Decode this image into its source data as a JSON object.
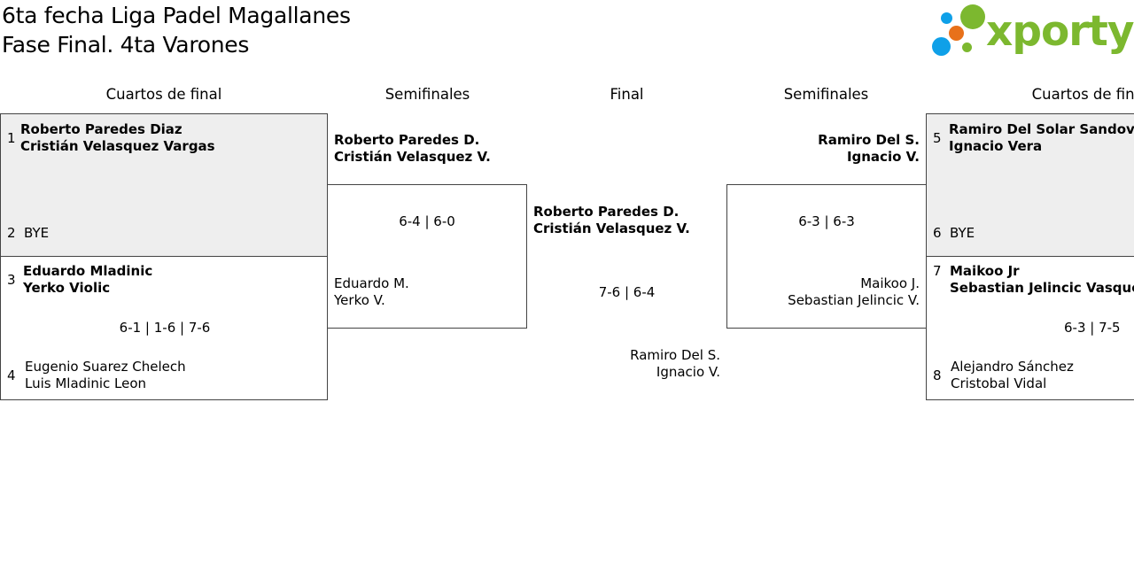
{
  "header": {
    "title_line1": "6ta fecha Liga Padel Magallanes",
    "title_line2": "Fase Final. 4ta Varones"
  },
  "logo": {
    "text": "xporty",
    "color": "#7cb82f",
    "dot_colors": [
      "#0fa0e8",
      "#7cb82f",
      "#e8711a",
      "#0fa0e8",
      "#7cb82f"
    ]
  },
  "rounds": {
    "left_quarters": "Cuartos de final",
    "left_semis": "Semifinales",
    "final": "Final",
    "right_semis": "Semifinales",
    "right_quarters": "Cuartos de final"
  },
  "left_quarters": {
    "match1": {
      "top_seed": "1",
      "top_team": [
        "Roberto Paredes Diaz",
        "Cristián Velasquez Vargas"
      ],
      "bottom_seed": "2",
      "bottom_team": [
        "BYE"
      ]
    },
    "match2": {
      "top_seed": "3",
      "top_team": [
        "Eduardo Mladinic",
        "Yerko Violic"
      ],
      "score": "6-1 | 1-6 | 7-6",
      "bottom_seed": "4",
      "bottom_team": [
        "Eugenio Suarez Chelech",
        "Luis Mladinic Leon"
      ]
    }
  },
  "left_semi": {
    "top_team": [
      "Roberto Paredes D.",
      "Cristián Velasquez V."
    ],
    "score": "6-4 | 6-0",
    "bottom_team": [
      "Eduardo M.",
      "Yerko V."
    ]
  },
  "final": {
    "top_team": [
      "Roberto Paredes D.",
      "Cristián Velasquez V."
    ],
    "score": "7-6 | 6-4",
    "bottom_team": [
      "Ramiro Del S.",
      "Ignacio V."
    ]
  },
  "right_semi": {
    "top_team": [
      "Ramiro Del S.",
      "Ignacio V."
    ],
    "score": "6-3 | 6-3",
    "bottom_team": [
      "Maikoo J.",
      "Sebastian Jelincic V."
    ]
  },
  "right_quarters": {
    "match1": {
      "top_seed": "5",
      "top_team": [
        "Ramiro Del Solar Sandoval",
        "Ignacio Vera"
      ],
      "bottom_seed": "6",
      "bottom_team": [
        "BYE"
      ]
    },
    "match2": {
      "top_seed": "7",
      "top_team": [
        "Maikoo Jr",
        "Sebastian Jelincic Vasquez"
      ],
      "score": "6-3 | 7-5",
      "bottom_seed": "8",
      "bottom_team": [
        "Alejandro Sánchez",
        "Cristobal Vidal"
      ]
    }
  }
}
